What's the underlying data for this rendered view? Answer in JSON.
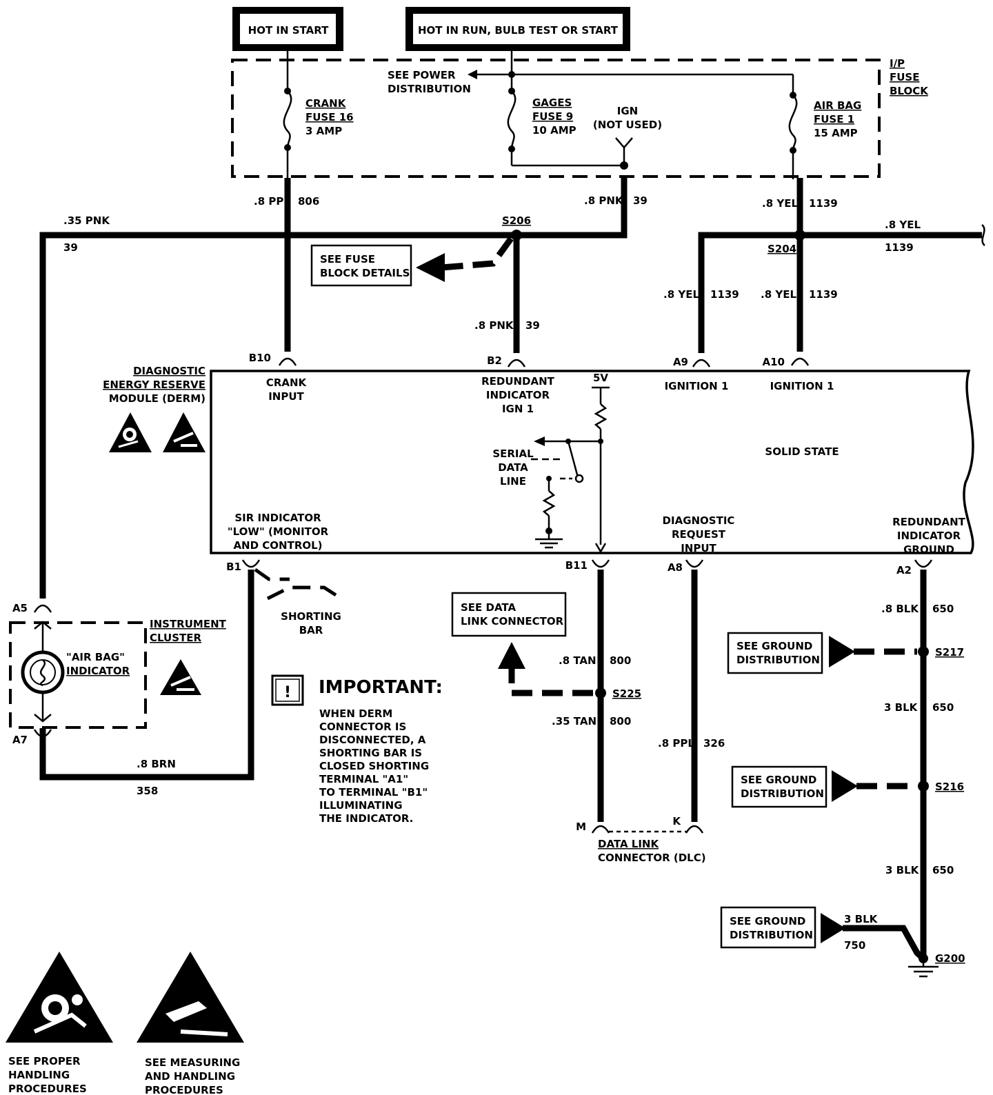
{
  "power": {
    "hot_in_start": "HOT IN START",
    "hot_in_run": "HOT IN RUN, BULB TEST OR START"
  },
  "fuse_block": {
    "title": [
      "I/P",
      "FUSE",
      "BLOCK"
    ],
    "see_power": [
      "SEE POWER",
      "DISTRIBUTION"
    ],
    "crank_fuse": [
      "CRANK",
      "FUSE 16",
      "3 AMP"
    ],
    "gages_fuse": [
      "GAGES",
      "FUSE 9",
      "10 AMP"
    ],
    "ign": [
      "IGN",
      "(NOT USED)"
    ],
    "airbag_fuse": [
      "AIR BAG",
      "FUSE 1",
      "15 AMP"
    ]
  },
  "wires": {
    "w_806": [
      ".8 PPL",
      "806"
    ],
    "w_39_top": [
      ".8 PNK",
      "39"
    ],
    "w_1139_top": [
      ".8 YEL",
      "1139"
    ],
    "w_35pnk": [
      ".35 PNK",
      "39"
    ],
    "w_8yel_right": [
      ".8 YEL",
      "1139"
    ],
    "w_1139_a9": [
      ".8 YEL",
      "1139"
    ],
    "w_1139_a10": [
      ".8 YEL",
      "1139"
    ],
    "w_39_b2": [
      ".8 PNK",
      "39"
    ],
    "w_358": [
      ".8 BRN",
      "358"
    ],
    "w_800_top": [
      ".8 TAN",
      "800"
    ],
    "w_800_bot": [
      ".35 TAN",
      "800"
    ],
    "w_326": [
      ".8 PPL",
      "326"
    ],
    "w_650_a": [
      ".8 BLK",
      "650"
    ],
    "w_650_b": [
      "3 BLK",
      "650"
    ],
    "w_650_c": [
      "3 BLK",
      "650"
    ],
    "w_750": [
      "3 BLK",
      "750"
    ]
  },
  "splices": {
    "s206": "S206",
    "s204": "S204",
    "s225": "S225",
    "s217": "S217",
    "s216": "S216",
    "g200": "G200"
  },
  "refs": {
    "fuse_block_details": [
      "SEE FUSE",
      "BLOCK DETAILS"
    ],
    "data_link": [
      "SEE DATA",
      "LINK CONNECTOR"
    ],
    "ground1": [
      "SEE GROUND",
      "DISTRIBUTION"
    ],
    "ground2": [
      "SEE GROUND",
      "DISTRIBUTION"
    ],
    "ground3": [
      "SEE GROUND",
      "DISTRIBUTION"
    ]
  },
  "derm": {
    "title": [
      "DIAGNOSTIC",
      "ENERGY RESERVE",
      "MODULE (DERM)"
    ],
    "pins": {
      "b10": "B10",
      "b2": "B2",
      "a9": "A9",
      "a10": "A10",
      "b1": "B1",
      "b11": "B11",
      "a8": "A8",
      "a2": "A2"
    },
    "crank_input": [
      "CRANK",
      "INPUT"
    ],
    "redundant_ign": [
      "REDUNDANT",
      "INDICATOR",
      "IGN 1"
    ],
    "five_v": "5V",
    "ignition1_a": "IGNITION 1",
    "ignition1_b": "IGNITION 1",
    "serial_data": [
      "SERIAL",
      "DATA",
      "LINE"
    ],
    "solid_state": "SOLID STATE",
    "sir_indicator": [
      "SIR INDICATOR",
      "\"LOW\" (MONITOR",
      "AND CONTROL)"
    ],
    "diag_request": [
      "DIAGNOSTIC",
      "REQUEST",
      "INPUT"
    ],
    "redundant_ground": [
      "REDUNDANT",
      "INDICATOR",
      "GROUND"
    ]
  },
  "cluster": {
    "title": [
      "INSTRUMENT",
      "CLUSTER"
    ],
    "indicator": [
      "\"AIR BAG\"",
      "INDICATOR"
    ],
    "a5": "A5",
    "a7": "A7"
  },
  "shorting_bar": [
    "SHORTING",
    "BAR"
  ],
  "dlc": {
    "title": [
      "DATA LINK",
      "CONNECTOR (DLC)"
    ],
    "m": "M",
    "k": "K"
  },
  "important": {
    "title": "IMPORTANT:",
    "lines": [
      "WHEN DERM",
      "CONNECTOR IS",
      "DISCONNECTED, A",
      "SHORTING BAR IS",
      "CLOSED SHORTING",
      "TERMINAL \"A1\"",
      "TO TERMINAL \"B1\"",
      "ILLUMINATING",
      "THE INDICATOR."
    ]
  },
  "legend": {
    "handling": [
      "SEE PROPER",
      "HANDLING",
      "PROCEDURES"
    ],
    "measuring": [
      "SEE MEASURING",
      "AND HANDLING",
      "PROCEDURES"
    ]
  }
}
